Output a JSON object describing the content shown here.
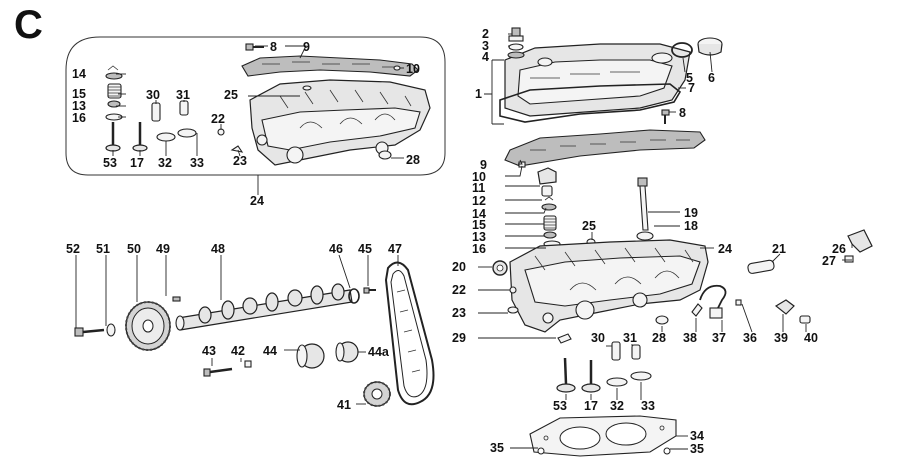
{
  "section_letter": "C",
  "callouts": {
    "c1": "1",
    "c2": "2",
    "c3": "3",
    "c4": "4",
    "c5": "5",
    "c6": "6",
    "c7": "7",
    "c8a": "8",
    "c8b": "8",
    "c9a": "9",
    "c9b": "9",
    "c10a": "10",
    "c10b": "10",
    "c11": "11",
    "c12": "12",
    "c13a": "13",
    "c13b": "13",
    "c14a": "14",
    "c14b": "14",
    "c15a": "15",
    "c15b": "15",
    "c16a": "16",
    "c16b": "16",
    "c17a": "17",
    "c17b": "17",
    "c18": "18",
    "c19": "19",
    "c20": "20",
    "c21": "21",
    "c22a": "22",
    "c22b": "22",
    "c23a": "23",
    "c23b": "23",
    "c24a": "24",
    "c24b": "24",
    "c25a": "25",
    "c25b": "25",
    "c26": "26",
    "c27": "27",
    "c28a": "28",
    "c28b": "28",
    "c29": "29",
    "c30a": "30",
    "c30b": "30",
    "c31a": "31",
    "c31b": "31",
    "c32a": "32",
    "c32b": "32",
    "c33a": "33",
    "c33b": "33",
    "c34": "34",
    "c35a": "35",
    "c35b": "35",
    "c36": "36",
    "c37": "37",
    "c38": "38",
    "c39": "39",
    "c40": "40",
    "c41": "41",
    "c42": "42",
    "c43": "43",
    "c44": "44",
    "c44a": "44a",
    "c45": "45",
    "c46": "46",
    "c47": "47",
    "c48": "48",
    "c49": "49",
    "c50": "50",
    "c51": "51",
    "c52": "52",
    "c53a": "53",
    "c53b": "53"
  }
}
